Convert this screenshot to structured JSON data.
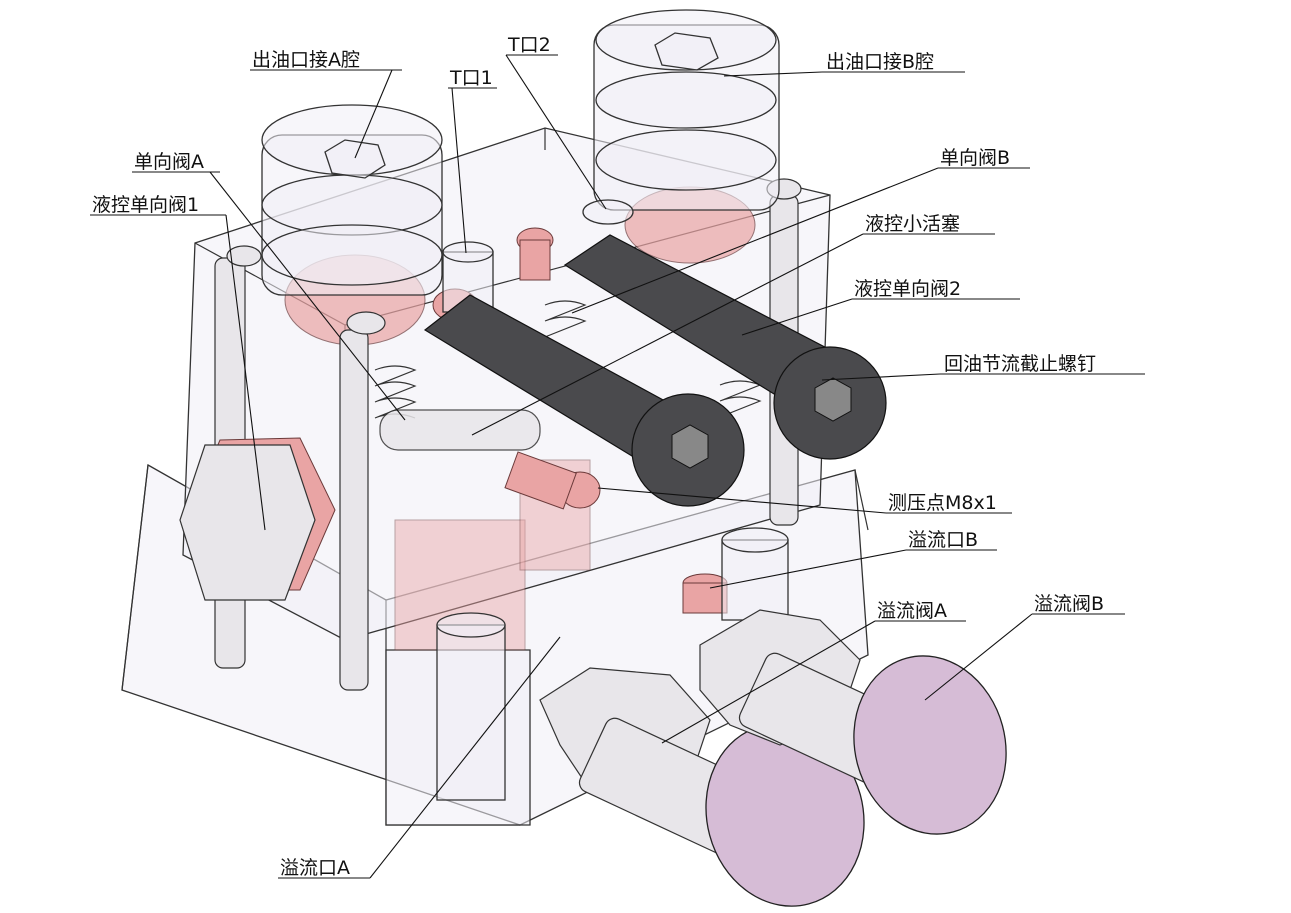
{
  "labels": {
    "outlet_a": "出油口接A腔",
    "outlet_b": "出油口接B腔",
    "t_port_1": "T口1",
    "t_port_2": "T口2",
    "check_valve_a": "单向阀A",
    "check_valve_b": "单向阀B",
    "pilot_check_valve_1": "液控单向阀1",
    "pilot_check_valve_2": "液控单向阀2",
    "pilot_piston": "液控小活塞",
    "return_throttle_screw": "回油节流截止螺钉",
    "pressure_test_point": "测压点M8x1",
    "relief_port_b": "溢流口B",
    "relief_valve_a": "溢流阀A",
    "relief_valve_b": "溢流阀B",
    "relief_port_a": "溢流口A"
  },
  "colors": {
    "line": "#111111",
    "glass": "#f1eef6",
    "pink_part": "#e9a4a4",
    "metal": "#e8e6ea",
    "dark_screw": "#4a4a4d",
    "cap": "#d6bcd6"
  }
}
